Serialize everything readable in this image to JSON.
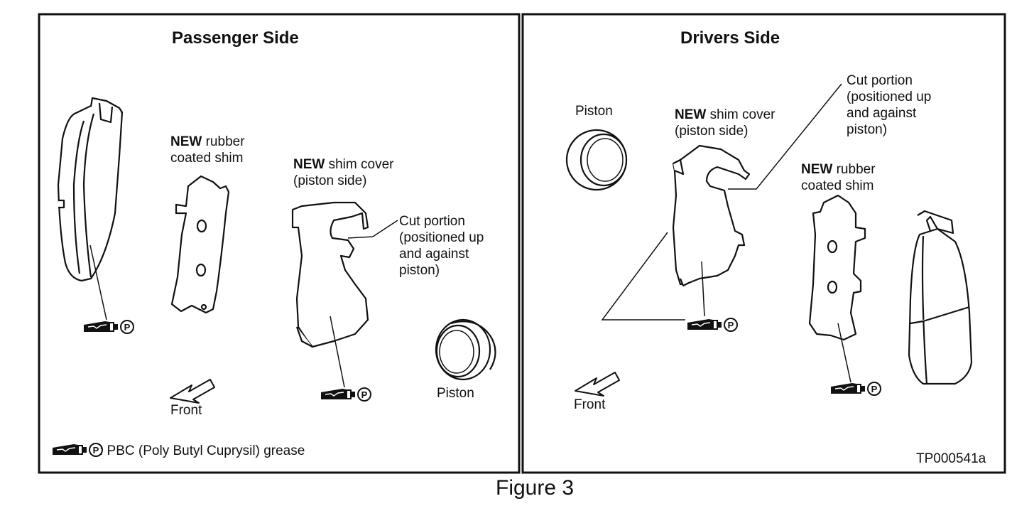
{
  "figure_caption": "Figure 3",
  "reference_code": "TP000541a",
  "legend": {
    "grease_symbol": "grease-tube-icon",
    "text": ": PBC (Poly Butyl Cuprysil) grease"
  },
  "passenger": {
    "title": "Passenger Side",
    "rubber_shim": {
      "bold": "NEW",
      "rest": " rubber",
      "line2": "coated shim"
    },
    "shim_cover": {
      "bold": "NEW",
      "rest": " shim cover",
      "line2": "(piston side)"
    },
    "cut_portion": "Cut portion\n(positioned up\nand against\npiston)",
    "piston": "Piston",
    "front": "Front"
  },
  "drivers": {
    "title": "Drivers Side",
    "piston": "Piston",
    "shim_cover": {
      "bold": "NEW",
      "rest": " shim cover",
      "line2": "(piston side)"
    },
    "cut_portion": "Cut portion\n(positioned up\nand against\npiston)",
    "rubber_shim": {
      "bold": "NEW",
      "rest": " rubber",
      "line2": "coated shim"
    },
    "front": "Front"
  }
}
